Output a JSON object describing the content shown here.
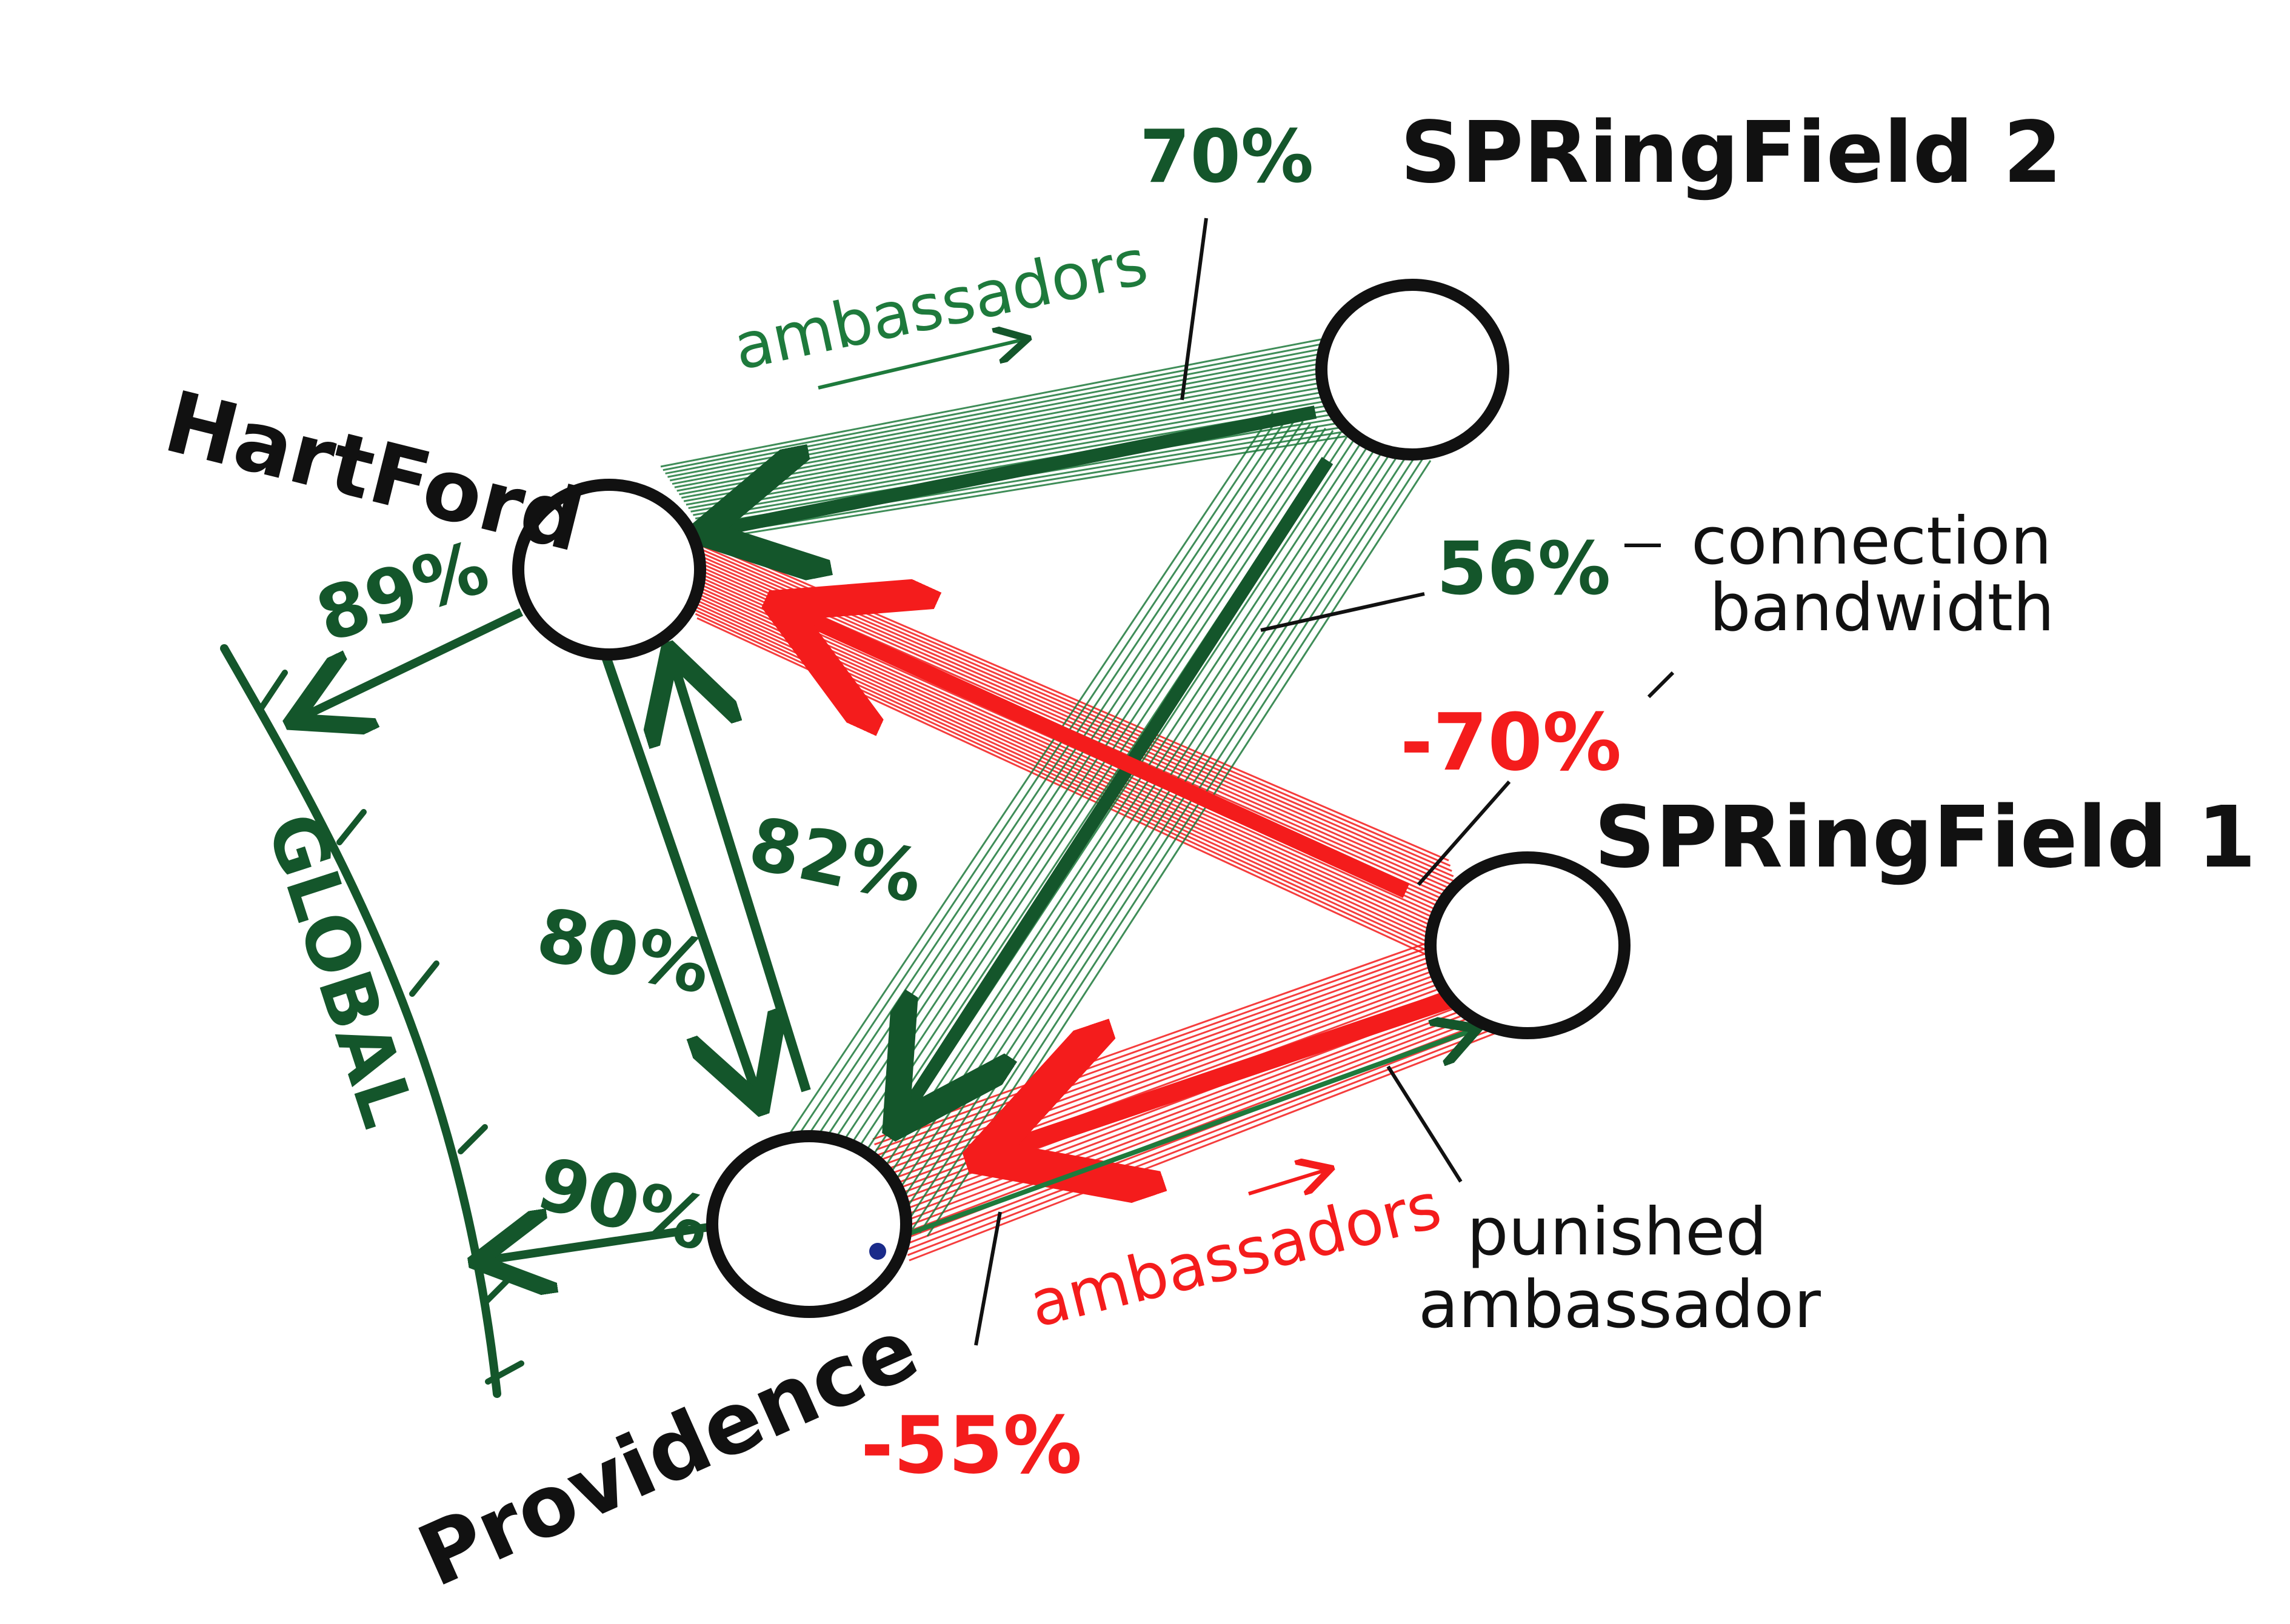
{
  "colors": {
    "green": "#1e7a3c",
    "dark_green": "#14562b",
    "red": "#f41c1c",
    "ink": "#111111",
    "dot": "#1a2b8a"
  },
  "nodes": {
    "hartford": "HartFord",
    "springfield2": "SPRingField 2",
    "springfield1": "SPRingField 1",
    "providence": "Providence"
  },
  "global_label": "GLOBAL",
  "edges": {
    "hartford_global": "89%",
    "providence_global": "90%",
    "hartford_providence": "80%",
    "providence_hartford": "82%",
    "springfield2_hartford": "70%",
    "springfield2_providence": "56%",
    "springfield1_hartford": "-70%",
    "springfield1_providence": "-55%"
  },
  "annotations": {
    "ambassadors_green": "ambassadors",
    "ambassadors_red": "ambassadors",
    "connection_bandwidth_line1": "connection",
    "connection_bandwidth_line2": "bandwidth",
    "punished_ambassador_line1": "punished",
    "punished_ambassador_line2": "ambassador"
  }
}
